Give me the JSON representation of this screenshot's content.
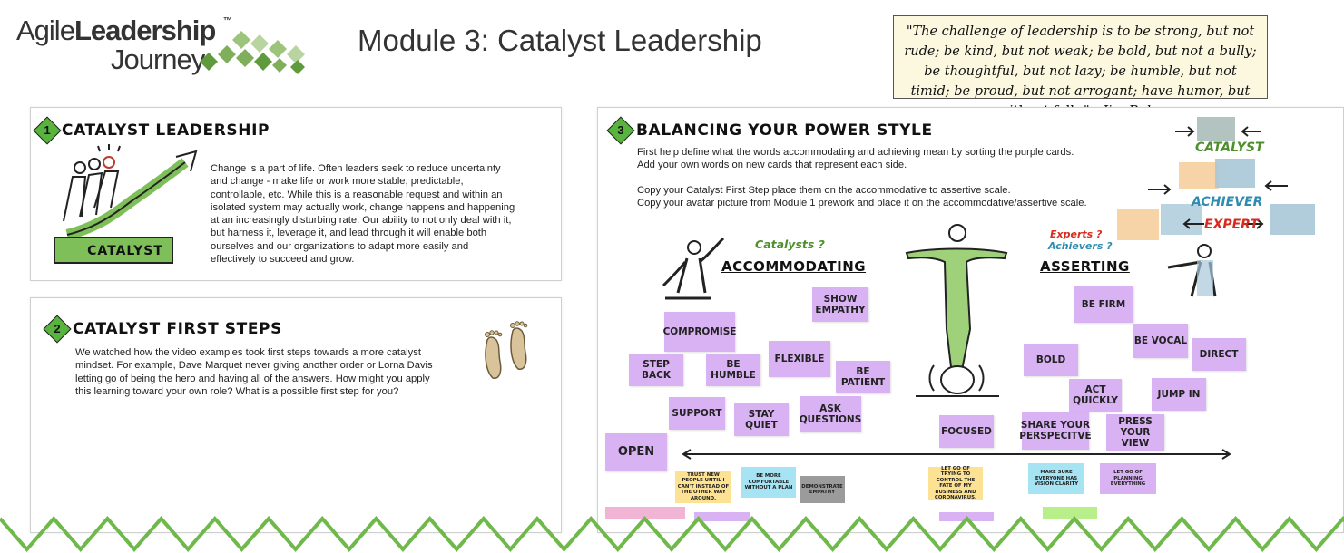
{
  "logo": {
    "agile": "Agile",
    "leadership": "Leadership",
    "tm": "™",
    "journey": "Journey"
  },
  "module_title": "Module 3: Catalyst Leadership",
  "quote": "\"The challenge of leadership is to be strong, but not rude; be kind, but not weak; be bold, but not a bully; be thoughtful, but not lazy; be humble, but not timid; be proud, but not arrogant; have humor, but without folly.\" - Jim Rohn",
  "section1": {
    "number": "1",
    "heading": "CATALYST LEADERSHIP",
    "image_label": "CATALYST",
    "body": "Change is a part of life. Often leaders seek to reduce uncertainty and change - make life or work more stable, predictable, controllable, etc. While this is a reasonable request and within an isolated system may actually work, change happens and happening at an increasingly disturbing rate. Our ability to not only deal with it, but harness it, leverage it, and lead through it will enable both ourselves and our organizations to adapt more easily and effectively to succeed and grow."
  },
  "section2": {
    "number": "2",
    "heading": "CATALYST FIRST STEPS",
    "body": "We watched how the video examples took first steps towards a more catalyst mindset. For example, Dave Marquet never giving another order or Lorna Davis letting go of being the hero and having all of the answers. How might you apply this learning toward your own role? What is a possible first step for you?"
  },
  "section3": {
    "number": "3",
    "heading": "BALANCING YOUR POWER STYLE",
    "instr1": "First help define what the words accommodating and achieving mean by sorting the purple cards.",
    "instr2": "Add your own words on new cards that represent each side.",
    "instr3": "Copy your Catalyst First Step place them on the accommodative to assertive scale.",
    "instr4": "Copy your avatar picture from Module 1 prework and place it on the accommodative/assertive scale.",
    "accommodating": "ACCOMMODATING",
    "asserting": "ASSERTING",
    "catalysts_q": "Catalysts ?",
    "experts_q": "Experts ?",
    "achievers_q": "Achievers ?",
    "legend_catalyst": "CATALYST",
    "legend_achiever": "ACHIEVER",
    "legend_expert": "EXPERT"
  },
  "cards": {
    "show_empathy": "SHOW EMPATHY",
    "compromise": "COMPROMISE",
    "step_back": "STEP BACK",
    "be_humble": "BE HUMBLE",
    "flexible": "FLEXIBLE",
    "be_patient": "BE PATIENT",
    "support": "SUPPORT",
    "stay_quiet": "STAY QUIET",
    "ask_questions": "ASK QUESTIONS",
    "open": "OPEN",
    "focused": "FOCUSED",
    "be_firm": "BE FIRM",
    "be_vocal": "BE VOCAL",
    "direct": "DIRECT",
    "bold": "BOLD",
    "act_quickly": "ACT QUICKLY",
    "jump_in": "JUMP IN",
    "share_perspective": "SHARE YOUR PERSPECITVE",
    "press_view": "PRESS YOUR VIEW"
  },
  "mini_notes": {
    "trust": "TRUST NEW PEOPLE UNTIL I CAN'T INSTEAD OF THE OTHER WAY AROUND.",
    "comfortable": "BE MORE COMFORTABLE WITHOUT A PLAN",
    "demonstrate": "DEMONSTRATE EMPATHY",
    "let_go_control": "LET GO OF TRYING TO CONTROL THE FATE OF MY BUSINESS AND CORONAVIRUS.",
    "make_sure": "MAKE SURE EVERYONE HAS VISION CLARITY",
    "let_go_planning": "LET GO OF PLANNING EVERYTHING"
  },
  "colors": {
    "green": "#59b33f",
    "purple_card": "#d9b2f3",
    "quote_bg": "#fbf8df",
    "yellow_note": "#fde293",
    "cyan_note": "#a6e4f4",
    "gray_note": "#9b9b9b",
    "red_label": "#d62c1f",
    "blue_label": "#2e8cb0"
  }
}
